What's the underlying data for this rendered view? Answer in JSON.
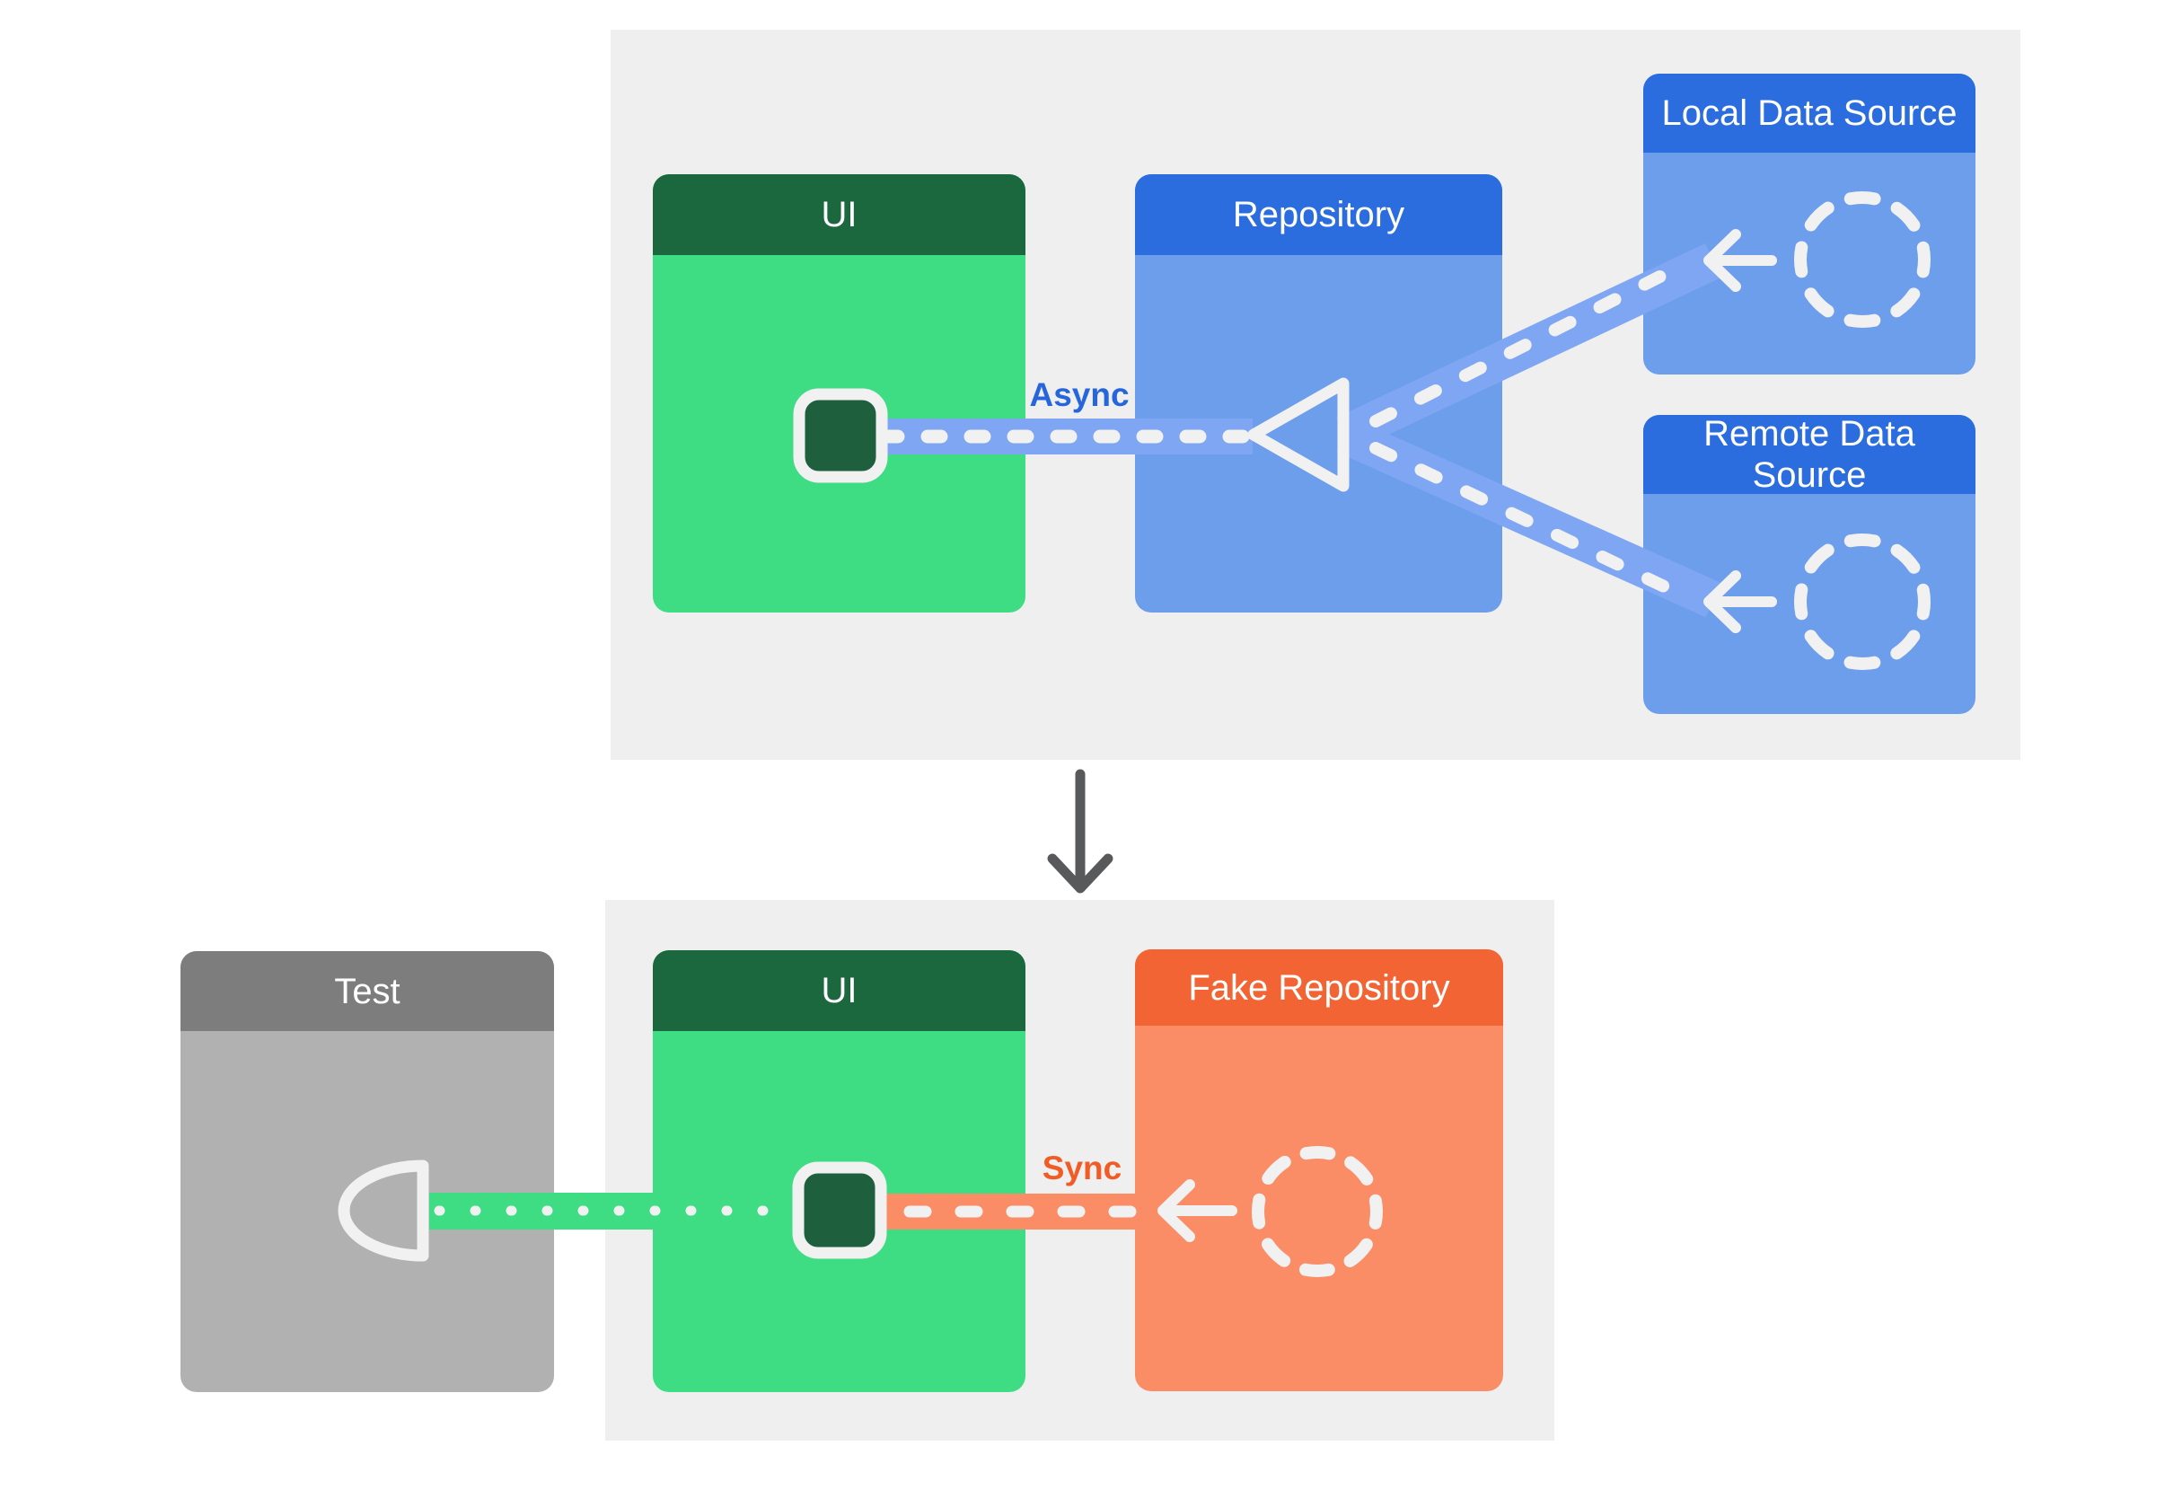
{
  "production_flow": {
    "ui_box": {
      "title": "UI"
    },
    "repository_box": {
      "title": "Repository"
    },
    "local_data_source_box": {
      "title": "Local Data Source"
    },
    "remote_data_source_box": {
      "title": "Remote Data Source"
    },
    "async_label": "Async"
  },
  "test_flow": {
    "test_box": {
      "title": "Test"
    },
    "ui_box": {
      "title": "UI"
    },
    "fake_repository_box": {
      "title": "Fake Repository"
    },
    "sync_label": "Sync"
  },
  "colors": {
    "page_background": "#ffffff",
    "panel_background": "#efefef",
    "ui_header_green": "#1c683e",
    "ui_body_green": "#3edd84",
    "ui_state_square_green": "#1e5f3e",
    "blue_header": "#2b6dde",
    "blue_body": "#6d9eeb",
    "blue_connector_band": "#7ea6f2",
    "async_text_blue": "#2765dd",
    "orange_header": "#f26434",
    "orange_body": "#fa8d66",
    "sync_text_orange": "#f15b25",
    "test_header_gray": "#7d7d7d",
    "test_body_gray": "#b1b1b1",
    "connector_white": "#f1f1f1",
    "down_arrow_gray": "#58595b",
    "green_connector_band": "#3edd84"
  }
}
